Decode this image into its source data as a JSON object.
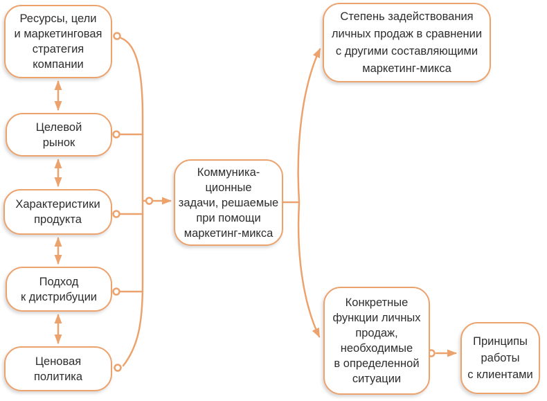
{
  "colors": {
    "accent": "#eca26d",
    "text": "#2d2d2d",
    "background": "#ffffff"
  },
  "boxes": {
    "resources": "Ресурсы, цели\nи маркетинговая\nстратегия\nкомпании",
    "target_market": "Целевой\nрынок",
    "product_characteristics": "Характеристики\nпродукта",
    "distribution_approach": "Подход\nк дистрибуции",
    "pricing_policy": "Ценовая\nполитика",
    "communication_tasks": "Коммуника-\nционные\nзадачи, решаемые\nпри помощи\nмаркетинг-микса",
    "personal_selling_degree": "Степень задействования\nличных продаж в сравнении\nс другими составляющими\nмаркетинг-микса",
    "selling_functions": "Конкретные\nфункции личных\nпродаж,\nнеобходимые\nв определенной\nситуации",
    "client_work_principles": "Принципы\nработы\nс клиентами"
  }
}
